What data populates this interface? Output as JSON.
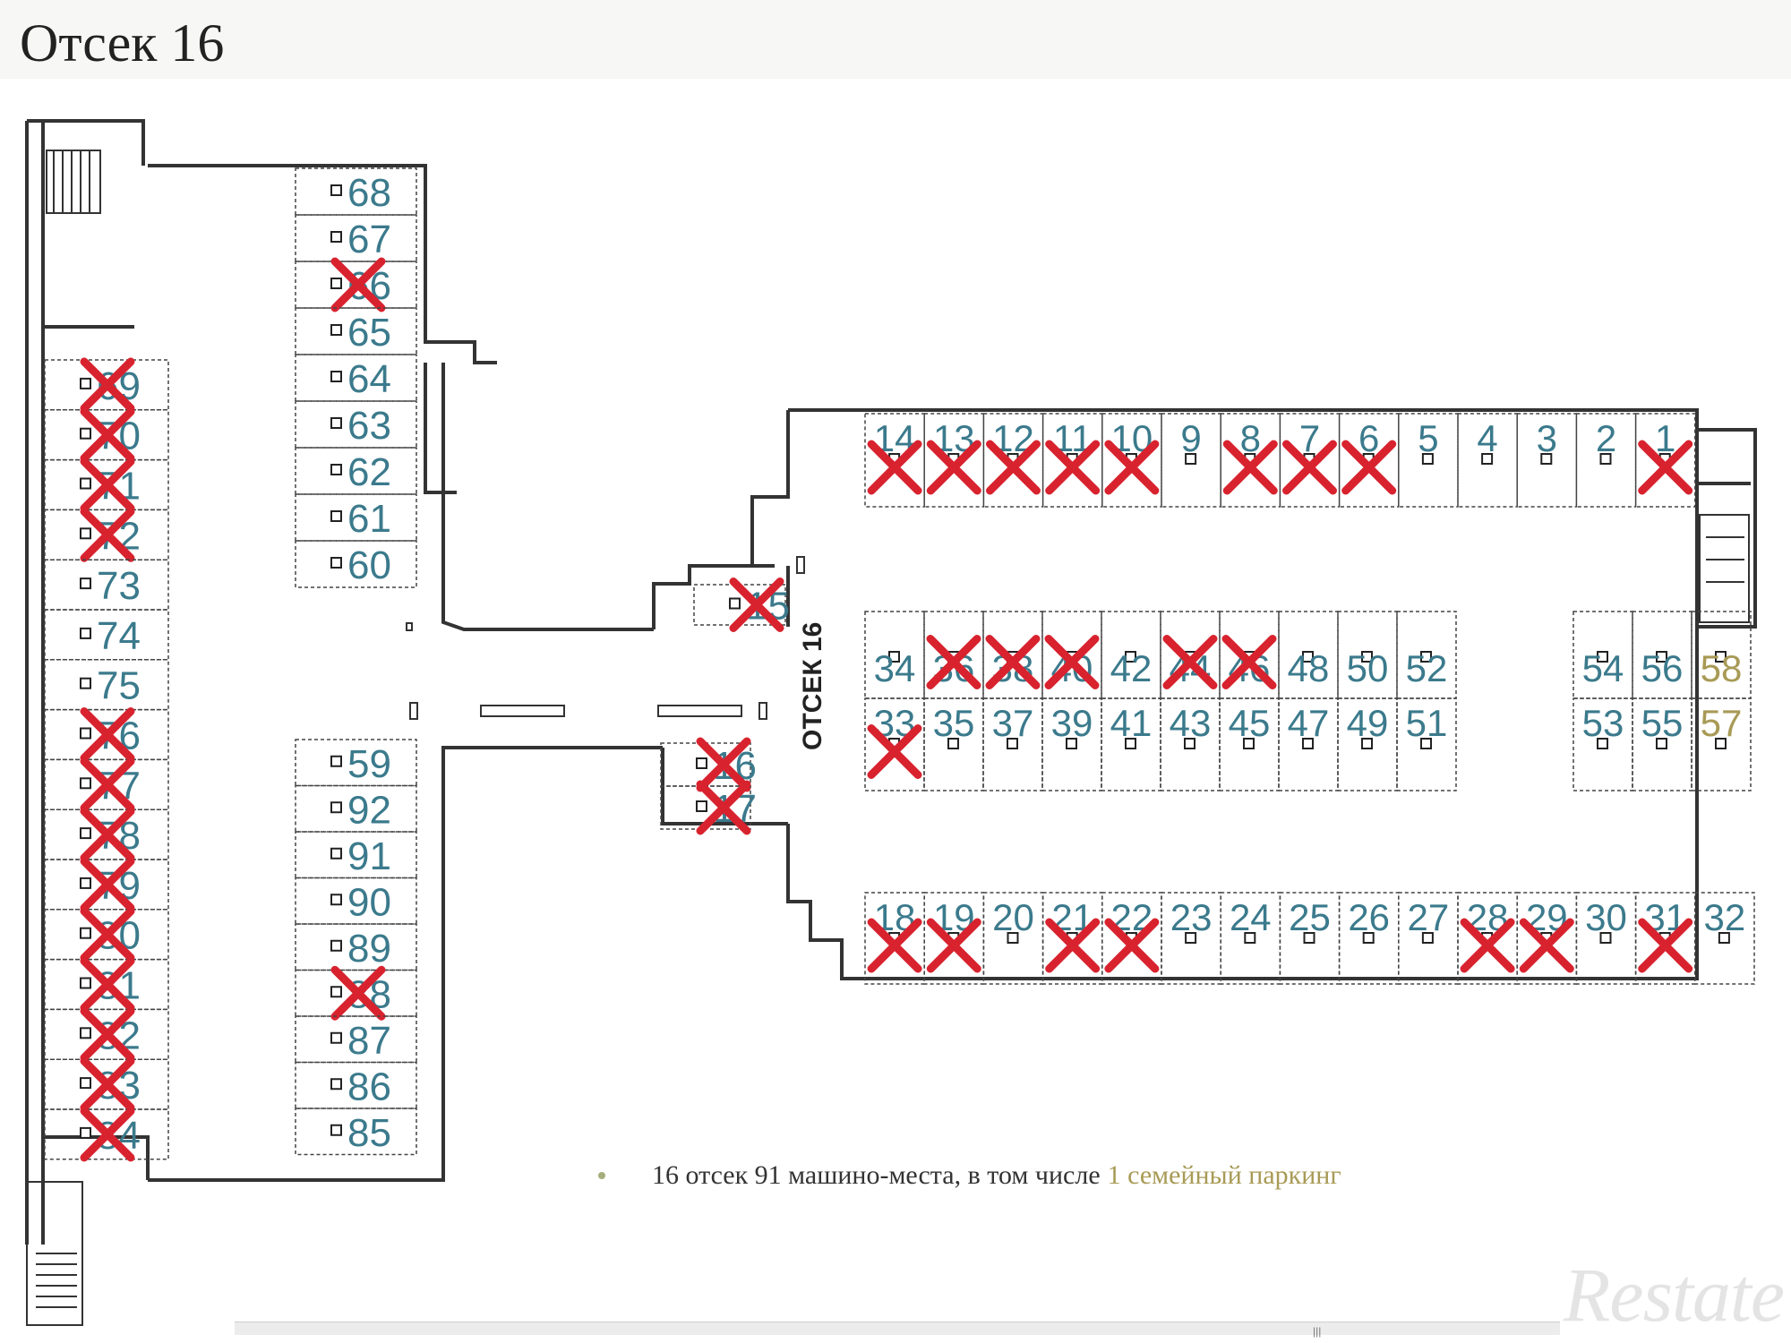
{
  "title": "Отсек 16",
  "section_label": "ОТСЕК 16",
  "legend": {
    "main_text": "16 отсек 91 машино-места, в том числе",
    "family_text": "1 семейный паркинг"
  },
  "logo": "Restate",
  "colors": {
    "number": "#3b7a8c",
    "family": "#a89a55",
    "cross": "#d8232f",
    "wall": "#333333"
  },
  "spots": [
    {
      "n": "68",
      "taken": false,
      "family": false
    },
    {
      "n": "67",
      "taken": false,
      "family": false
    },
    {
      "n": "66",
      "taken": true,
      "family": false
    },
    {
      "n": "65",
      "taken": false,
      "family": false
    },
    {
      "n": "64",
      "taken": false,
      "family": false
    },
    {
      "n": "63",
      "taken": false,
      "family": false
    },
    {
      "n": "62",
      "taken": false,
      "family": false
    },
    {
      "n": "61",
      "taken": false,
      "family": false
    },
    {
      "n": "60",
      "taken": false,
      "family": false
    },
    {
      "n": "69",
      "taken": true,
      "family": false
    },
    {
      "n": "70",
      "taken": true,
      "family": false
    },
    {
      "n": "71",
      "taken": true,
      "family": false
    },
    {
      "n": "72",
      "taken": true,
      "family": false
    },
    {
      "n": "73",
      "taken": false,
      "family": false
    },
    {
      "n": "74",
      "taken": false,
      "family": false
    },
    {
      "n": "75",
      "taken": false,
      "family": false
    },
    {
      "n": "76",
      "taken": true,
      "family": false
    },
    {
      "n": "77",
      "taken": true,
      "family": false
    },
    {
      "n": "78",
      "taken": true,
      "family": false
    },
    {
      "n": "79",
      "taken": true,
      "family": false
    },
    {
      "n": "80",
      "taken": true,
      "family": false
    },
    {
      "n": "81",
      "taken": true,
      "family": false
    },
    {
      "n": "82",
      "taken": true,
      "family": false
    },
    {
      "n": "83",
      "taken": true,
      "family": false
    },
    {
      "n": "84",
      "taken": true,
      "family": false
    },
    {
      "n": "59",
      "taken": false,
      "family": false
    },
    {
      "n": "92",
      "taken": false,
      "family": false
    },
    {
      "n": "91",
      "taken": false,
      "family": false
    },
    {
      "n": "90",
      "taken": false,
      "family": false
    },
    {
      "n": "89",
      "taken": false,
      "family": false
    },
    {
      "n": "88",
      "taken": true,
      "family": false
    },
    {
      "n": "87",
      "taken": false,
      "family": false
    },
    {
      "n": "86",
      "taken": false,
      "family": false
    },
    {
      "n": "85",
      "taken": false,
      "family": false
    },
    {
      "n": "15",
      "taken": true,
      "family": false
    },
    {
      "n": "16",
      "taken": true,
      "family": false
    },
    {
      "n": "17",
      "taken": true,
      "family": false
    },
    {
      "n": "14",
      "taken": true,
      "family": false
    },
    {
      "n": "13",
      "taken": true,
      "family": false
    },
    {
      "n": "12",
      "taken": true,
      "family": false
    },
    {
      "n": "11",
      "taken": true,
      "family": false
    },
    {
      "n": "10",
      "taken": true,
      "family": false
    },
    {
      "n": "9",
      "taken": false,
      "family": false
    },
    {
      "n": "8",
      "taken": true,
      "family": false
    },
    {
      "n": "7",
      "taken": true,
      "family": false
    },
    {
      "n": "6",
      "taken": true,
      "family": false
    },
    {
      "n": "5",
      "taken": false,
      "family": false
    },
    {
      "n": "4",
      "taken": false,
      "family": false
    },
    {
      "n": "3",
      "taken": false,
      "family": false
    },
    {
      "n": "2",
      "taken": false,
      "family": false
    },
    {
      "n": "1",
      "taken": true,
      "family": false
    },
    {
      "n": "34",
      "taken": false,
      "family": false
    },
    {
      "n": "36",
      "taken": true,
      "family": false
    },
    {
      "n": "38",
      "taken": true,
      "family": false
    },
    {
      "n": "40",
      "taken": true,
      "family": false
    },
    {
      "n": "42",
      "taken": false,
      "family": false
    },
    {
      "n": "44",
      "taken": true,
      "family": false
    },
    {
      "n": "46",
      "taken": true,
      "family": false
    },
    {
      "n": "48",
      "taken": false,
      "family": false
    },
    {
      "n": "50",
      "taken": false,
      "family": false
    },
    {
      "n": "52",
      "taken": false,
      "family": false
    },
    {
      "n": "33",
      "taken": true,
      "family": false
    },
    {
      "n": "35",
      "taken": false,
      "family": false
    },
    {
      "n": "37",
      "taken": false,
      "family": false
    },
    {
      "n": "39",
      "taken": false,
      "family": false
    },
    {
      "n": "41",
      "taken": false,
      "family": false
    },
    {
      "n": "43",
      "taken": false,
      "family": false
    },
    {
      "n": "45",
      "taken": false,
      "family": false
    },
    {
      "n": "47",
      "taken": false,
      "family": false
    },
    {
      "n": "49",
      "taken": false,
      "family": false
    },
    {
      "n": "51",
      "taken": false,
      "family": false
    },
    {
      "n": "54",
      "taken": false,
      "family": false
    },
    {
      "n": "56",
      "taken": false,
      "family": false
    },
    {
      "n": "58",
      "taken": false,
      "family": true
    },
    {
      "n": "53",
      "taken": false,
      "family": false
    },
    {
      "n": "55",
      "taken": false,
      "family": false
    },
    {
      "n": "57",
      "taken": false,
      "family": true
    },
    {
      "n": "18",
      "taken": true,
      "family": false
    },
    {
      "n": "19",
      "taken": true,
      "family": false
    },
    {
      "n": "20",
      "taken": false,
      "family": false
    },
    {
      "n": "21",
      "taken": true,
      "family": false
    },
    {
      "n": "22",
      "taken": true,
      "family": false
    },
    {
      "n": "23",
      "taken": false,
      "family": false
    },
    {
      "n": "24",
      "taken": false,
      "family": false
    },
    {
      "n": "25",
      "taken": false,
      "family": false
    },
    {
      "n": "26",
      "taken": false,
      "family": false
    },
    {
      "n": "27",
      "taken": false,
      "family": false
    },
    {
      "n": "28",
      "taken": true,
      "family": false
    },
    {
      "n": "29",
      "taken": true,
      "family": false
    },
    {
      "n": "30",
      "taken": false,
      "family": false
    },
    {
      "n": "31",
      "taken": true,
      "family": false
    },
    {
      "n": "32",
      "taken": false,
      "family": false
    }
  ]
}
